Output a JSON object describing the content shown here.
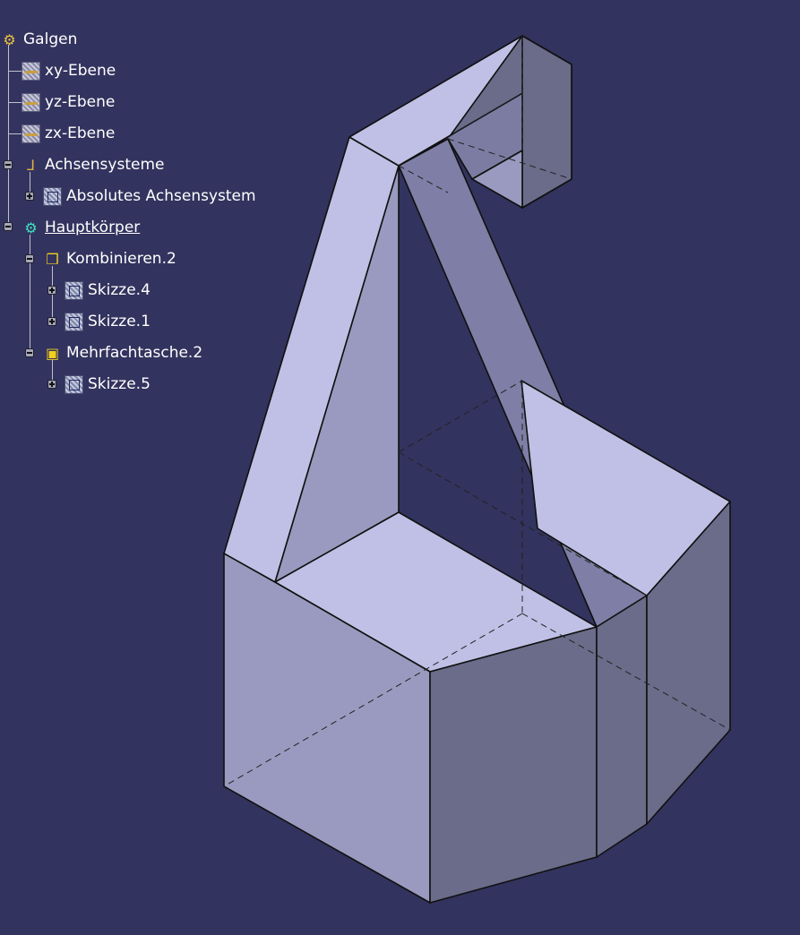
{
  "tree": {
    "root": "Galgen",
    "planes": [
      "xy-Ebene",
      "yz-Ebene",
      "zx-Ebene"
    ],
    "axis_group": "Achsensysteme",
    "axis_system": "Absolutes Achsensystem",
    "main_body": "Hauptkörper",
    "combine": "Kombinieren.2",
    "combine_children": [
      "Skizze.4",
      "Skizze.1"
    ],
    "multi_pocket": "Mehrfachtasche.2",
    "pocket_children": [
      "Skizze.5"
    ]
  },
  "icons": {
    "root": "part-document-icon",
    "plane": "plane-icon",
    "axis": "axis-system-icon",
    "body": "body-gear-icon",
    "combine": "combine-cube-icon",
    "pocket": "pocket-icon",
    "sketch": "sketch-icon"
  },
  "colors": {
    "background": "#33335f",
    "face_light": "#c0c0e6",
    "face_mid": "#9d9dc3",
    "face_dark": "#6b6b8a",
    "edge": "#111111",
    "tree_text": "#ffffff"
  }
}
